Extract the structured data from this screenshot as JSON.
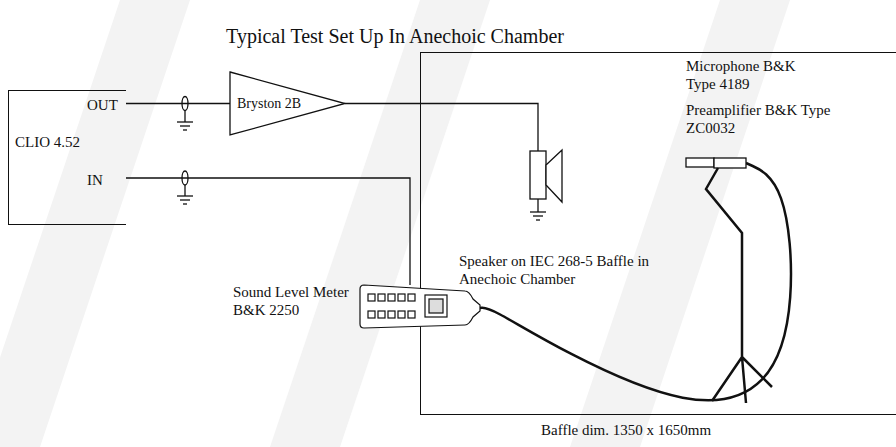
{
  "diagram": {
    "title": "Typical Test Set Up In Anechoic Chamber",
    "nodes": [
      {
        "text": [
          "OUT",
          "CLIO 4.52",
          "IN"
        ]
      },
      {
        "text": [
          "Bryston 2B"
        ]
      },
      {
        "text": [
          "Baffle dim. 1350 x 1650mm"
        ]
      },
      {
        "text": [
          "Speaker on IEC 268-5 Baffle in Anechoic Chamber"
        ],
        "in": 2
      },
      {
        "text": [
          "Microphone B&K Type 4189",
          "Preamplifier B&K Type ZC0032"
        ],
        "in": 2
      },
      {
        "text": [
          "Sound Level Meter B&K 2250"
        ]
      }
    ],
    "edges": [
      {
        "from": 0,
        "to": 1,
        "arrow": "none"
      },
      {
        "from": 1,
        "to": 3,
        "arrow": "none"
      },
      {
        "from": 5,
        "to": 0,
        "arrow": "none"
      },
      {
        "from": 4,
        "to": 5,
        "arrow": "none"
      }
    ]
  }
}
